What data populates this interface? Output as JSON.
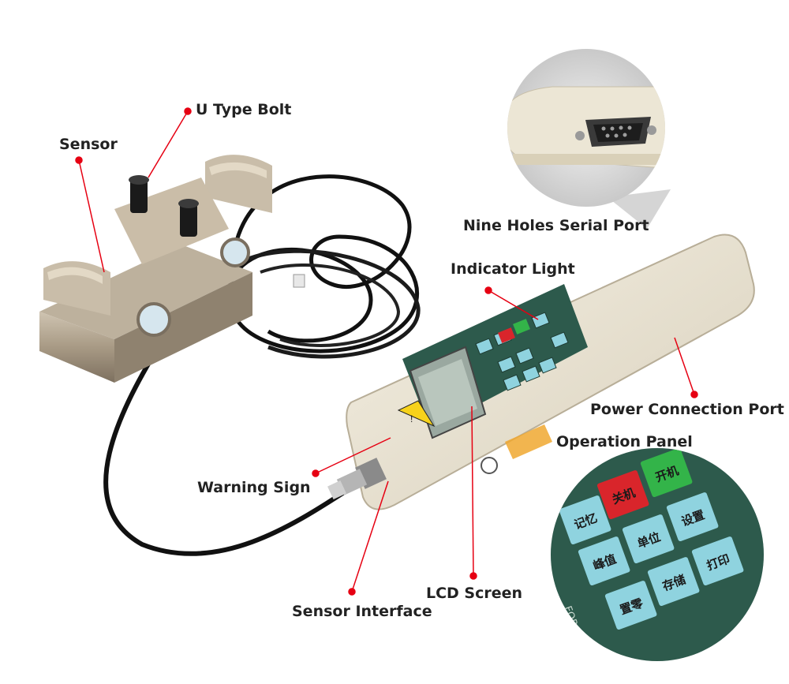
{
  "labels": {
    "u_type_bolt": "U Type Bolt",
    "sensor": "Sensor",
    "nine_holes_serial_port": "Nine Holes Serial Port",
    "indicator_light": "Indicator Light",
    "power_connection_port": "Power Connection Port",
    "operation_panel": "Operation Panel",
    "warning_sign": "Warning Sign",
    "lcd_screen": "LCD Screen",
    "sensor_interface": "Sensor Interface"
  },
  "panel_keys": {
    "power_on": "开机",
    "power_off": "关机",
    "memory": "记忆",
    "unit": "单位",
    "settings": "设置",
    "peak": "峰值",
    "save": "存储",
    "print": "打印",
    "zero": "置零"
  },
  "device_text": {
    "panel_edge_text": "FORCE G"
  },
  "colors": {
    "leader_line": "#e60012",
    "device_body": "#ece6d5",
    "panel": "#2d5a4c",
    "key_teal": "#8fd3df",
    "key_red": "#d9252b",
    "key_green": "#33b449",
    "sensor_metal": "#a89a85"
  }
}
